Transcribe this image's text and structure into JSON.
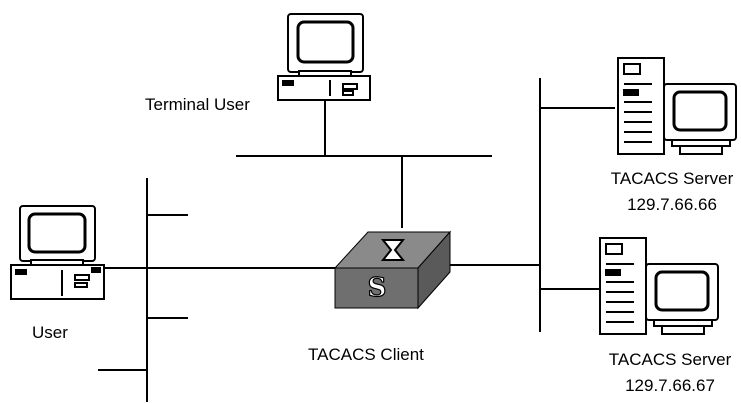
{
  "labels": {
    "terminal_user": "Terminal User",
    "user": "User",
    "tacacs_client": "TACACS Client",
    "server1_name": "TACACS Server",
    "server1_ip": "129.7.66.66",
    "server2_name": "TACACS Server",
    "server2_ip": "129.7.66.67",
    "switch_letter": "S"
  },
  "colors": {
    "line": "#000000",
    "switch_top": "#8a8a8a",
    "switch_front": "#6f6f6f",
    "switch_side": "#5a5a5a",
    "screen": "#ffffff",
    "case": "#ffffff"
  }
}
